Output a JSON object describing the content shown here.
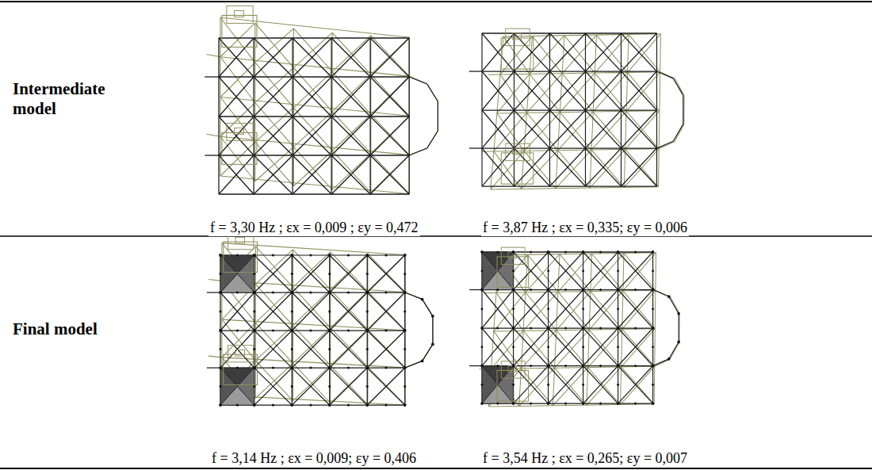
{
  "diagram": {
    "labels": [
      "Intermediate model",
      "f = 3,30 Hz ; εx = 0,009 ; εy = 0,472",
      "f = 3,87 Hz ; εx = 0,335; εy = 0,006",
      "Final model",
      "f = 3,14 Hz ; εx = 0,009; εy = 0,406",
      "f = 3,54 Hz ; εx = 0,265; εy = 0,007"
    ]
  }
}
